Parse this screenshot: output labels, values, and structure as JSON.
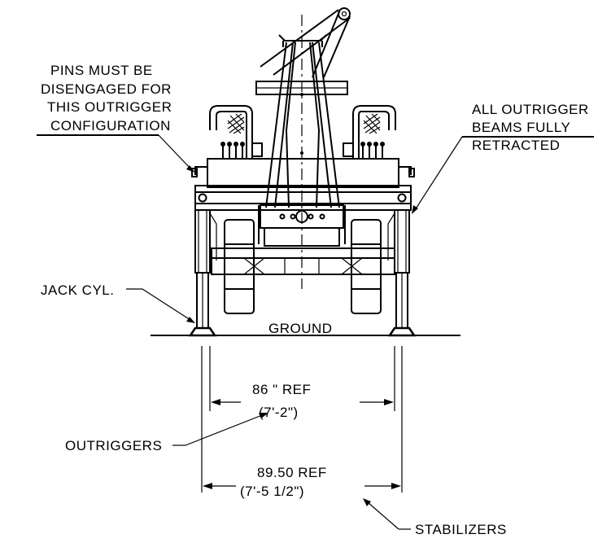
{
  "labels": {
    "pins_line1": "PINS MUST BE",
    "pins_line2": "DISENGAGED FOR",
    "pins_line3": "THIS OUTRIGGER",
    "pins_line4": "CONFIGURATION",
    "beams_line1": "ALL OUTRIGGER",
    "beams_line2": "BEAMS FULLY",
    "beams_line3": "RETRACTED",
    "jack_cyl": "JACK CYL.",
    "ground": "GROUND",
    "outriggers": "OUTRIGGERS",
    "stabilizers": "STABILIZERS"
  },
  "dimensions": {
    "outrigger_ref": "86 \" REF",
    "outrigger_ft": "(7'-2\")",
    "stabilizer_ref": "89.50 REF",
    "stabilizer_ft": "(7'-5 1/2\")"
  }
}
